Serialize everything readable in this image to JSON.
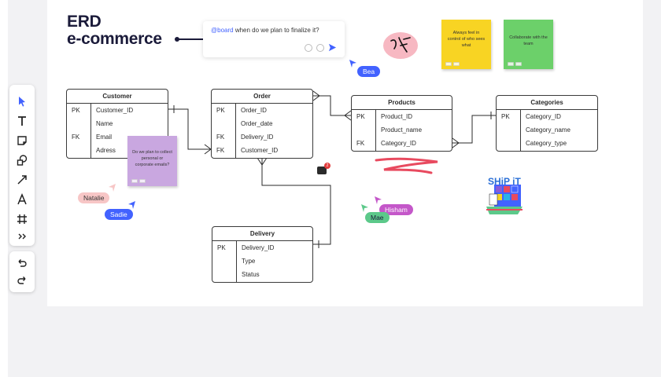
{
  "board": {
    "title_line1": "ERD",
    "title_line2": "e-commerce"
  },
  "toolbar": {
    "tools": [
      "select-tool",
      "text-tool",
      "sticky-note-tool",
      "shapes-tool",
      "connector-tool",
      "pen-tool",
      "frame-tool",
      "more-tools"
    ],
    "history": [
      "undo",
      "redo"
    ]
  },
  "comment": {
    "mention": "@board",
    "text": " when do we plan to finalize it?"
  },
  "tables": {
    "customer": {
      "title": "Customer",
      "rows": [
        {
          "key": "PK",
          "field": "Customer_ID"
        },
        {
          "key": "",
          "field": "Name"
        },
        {
          "key": "FK",
          "field": "Email"
        },
        {
          "key": "",
          "field": "Adress"
        }
      ]
    },
    "order": {
      "title": "Order",
      "rows": [
        {
          "key": "PK",
          "field": "Order_ID"
        },
        {
          "key": "",
          "field": "Order_date"
        },
        {
          "key": "FK",
          "field": "Delivery_ID"
        },
        {
          "key": "FK",
          "field": "Customer_ID"
        }
      ]
    },
    "products": {
      "title": "Products",
      "rows": [
        {
          "key": "PK",
          "field": "Product_ID"
        },
        {
          "key": "",
          "field": "Product_name"
        },
        {
          "key": "FK",
          "field": "Category_ID"
        }
      ]
    },
    "categories": {
      "title": "Categories",
      "rows": [
        {
          "key": "PK",
          "field": "Category_ID"
        },
        {
          "key": "",
          "field": "Category_name"
        },
        {
          "key": "",
          "field": "Category_type"
        }
      ]
    },
    "delivery": {
      "title": "Delivery",
      "rows": [
        {
          "key": "PK",
          "field": "Delivery_ID"
        },
        {
          "key": "",
          "field": "Type"
        },
        {
          "key": "",
          "field": "Status"
        }
      ]
    }
  },
  "stickies": {
    "yellow": {
      "text": "Always feel in control of who sees what",
      "color": "#f8d423"
    },
    "green": {
      "text": "Collaborate with the team",
      "color": "#6cd06a"
    },
    "purple": {
      "text": "Do we plan to collect personal or corporate emails?",
      "color": "#c9a7e0"
    }
  },
  "cursors": {
    "bea": {
      "name": "Bea",
      "color": "#4262ff"
    },
    "natalie": {
      "name": "Natalie",
      "color": "#f7c6c6"
    },
    "sadie": {
      "name": "Sadie",
      "color": "#4262ff"
    },
    "hisham": {
      "name": "Hisham",
      "color": "#c457c9"
    },
    "mae": {
      "name": "Mae",
      "color": "#5cc98a"
    }
  },
  "sticker": {
    "text": "SHiP iT"
  },
  "notification": {
    "count": "2"
  }
}
